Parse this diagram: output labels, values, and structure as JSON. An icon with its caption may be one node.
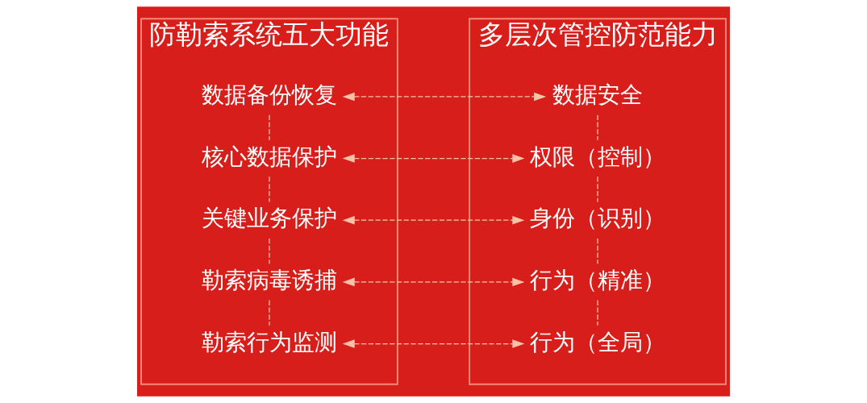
{
  "diagram": {
    "nodes": [
      {
        "text": [
          "防勒索系统五大功能"
        ]
      },
      {
        "text": [
          "数据备份恢复"
        ],
        "in": 0
      },
      {
        "text": [
          "核心数据保护"
        ],
        "in": 0
      },
      {
        "text": [
          "关键业务保护"
        ],
        "in": 0
      },
      {
        "text": [
          "勒索病毒诱捕"
        ],
        "in": 0
      },
      {
        "text": [
          "勒索行为监测"
        ],
        "in": 0
      },
      {
        "text": [
          "多层次管控防范能力"
        ]
      },
      {
        "text": [
          "数据安全"
        ],
        "in": 6
      },
      {
        "text": [
          "权限（控制）"
        ],
        "in": 6
      },
      {
        "text": [
          "身份（识别）"
        ],
        "in": 6
      },
      {
        "text": [
          "行为（精准）"
        ],
        "in": 6
      },
      {
        "text": [
          "行为（全局）"
        ],
        "in": 6
      }
    ],
    "edges": [
      {
        "from": 1,
        "to": 7,
        "arrow": "both",
        "style": "dashed"
      },
      {
        "from": 2,
        "to": 8,
        "arrow": "both",
        "style": "dashed"
      },
      {
        "from": 3,
        "to": 9,
        "arrow": "both",
        "style": "dashed"
      },
      {
        "from": 4,
        "to": 10,
        "arrow": "both",
        "style": "dashed"
      },
      {
        "from": 5,
        "to": 11,
        "arrow": "both",
        "style": "dashed"
      },
      {
        "from": 1,
        "to": 2,
        "arrow": "none",
        "style": "dashed"
      },
      {
        "from": 2,
        "to": 3,
        "arrow": "none",
        "style": "dashed"
      },
      {
        "from": 3,
        "to": 4,
        "arrow": "none",
        "style": "dashed"
      },
      {
        "from": 4,
        "to": 5,
        "arrow": "none",
        "style": "dashed"
      },
      {
        "from": 7,
        "to": 8,
        "arrow": "none",
        "style": "dashed"
      },
      {
        "from": 8,
        "to": 9,
        "arrow": "none",
        "style": "dashed"
      },
      {
        "from": 9,
        "to": 10,
        "arrow": "none",
        "style": "dashed"
      },
      {
        "from": 10,
        "to": 11,
        "arrow": "none",
        "style": "dashed"
      }
    ]
  }
}
